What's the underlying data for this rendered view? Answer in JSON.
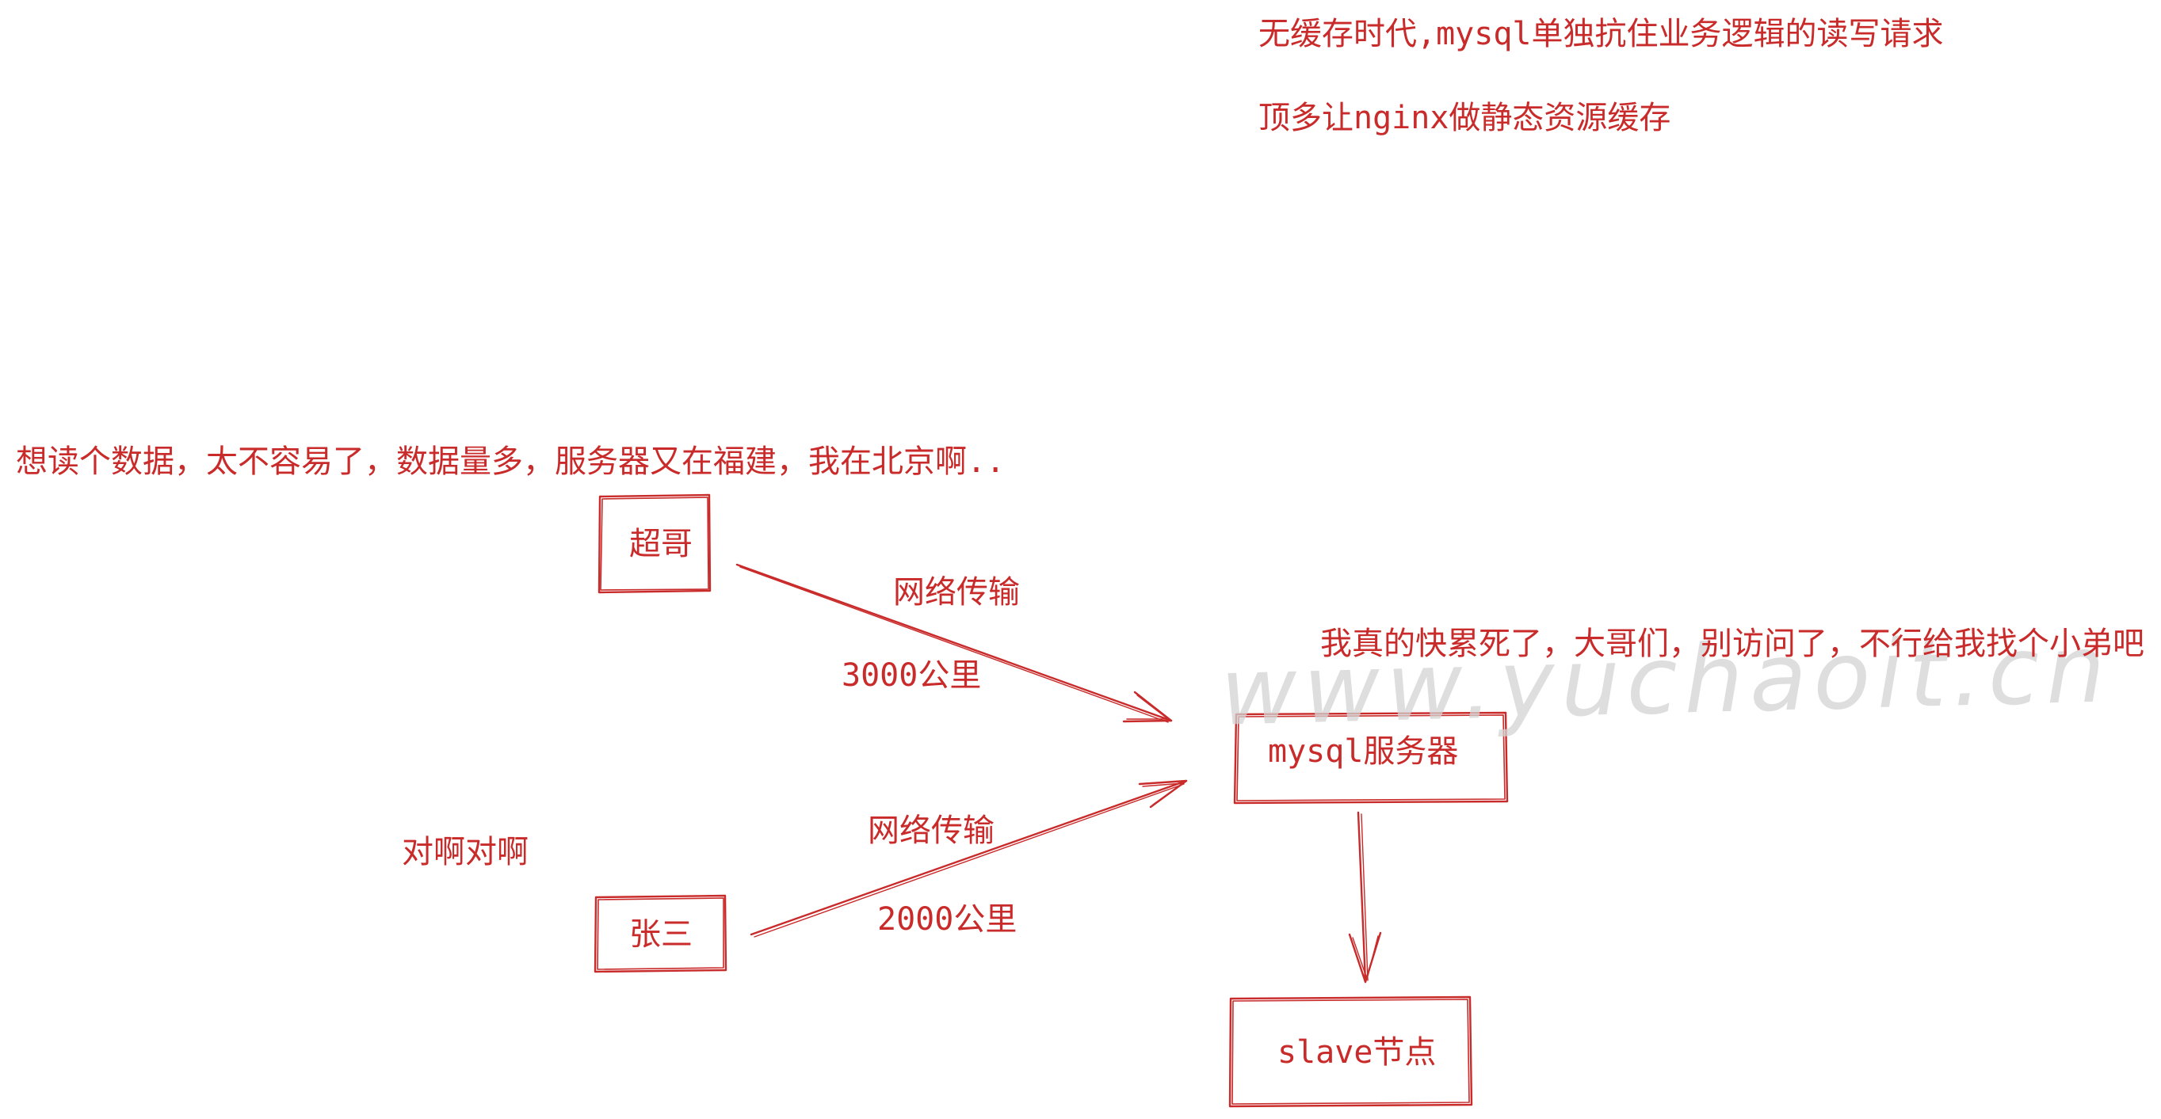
{
  "colors": {
    "ink": "#c92a2a",
    "watermark": "#d3d3d3",
    "background": "#ffffff"
  },
  "notes": {
    "top_line1": "无缓存时代,mysql单独抗住业务逻辑的读写请求",
    "top_line2": "顶多让nginx做静态资源缓存",
    "complaint": "想读个数据，太不容易了，数据量多，服务器又在福建，我在北京啊..",
    "agree": "对啊对啊",
    "server_cry": "我真的快累死了，大哥们，别访问了，不行给我找个小弟吧"
  },
  "nodes": {
    "chaoge": "超哥",
    "zhangsan": "张三",
    "mysql": "mysql服务器",
    "slave": "slave节点"
  },
  "edges": {
    "chaoge_to_mysql": {
      "label": "网络传输",
      "distance": "3000公里"
    },
    "zhangsan_to_mysql": {
      "label": "网络传输",
      "distance": "2000公里"
    }
  },
  "watermark": "www.yuchaoit.cn"
}
